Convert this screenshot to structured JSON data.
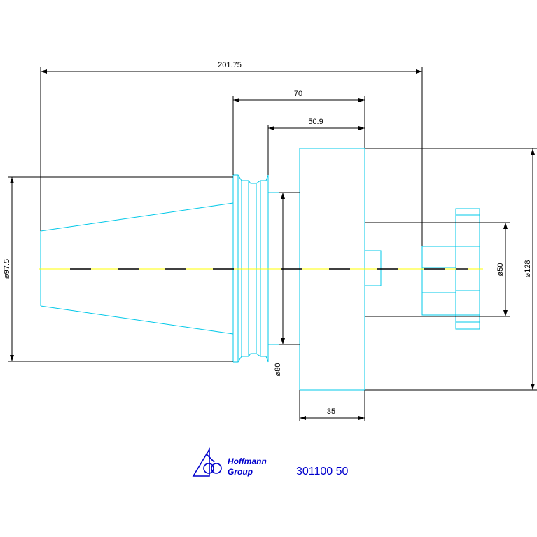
{
  "drawing": {
    "dimensions": {
      "overall_length": "201.75",
      "flange_to_face": "70",
      "groove_to_face": "50.9",
      "body_length": "35",
      "taper_diameter": "ø97.5",
      "collar_diameter": "ø80",
      "pilot_diameter": "ø50",
      "body_diameter": "ø128"
    },
    "part_number": "301100 50",
    "logo": {
      "line1": "Hoffmann",
      "line2": "Group"
    }
  },
  "colors": {
    "outline": "#00c8e8",
    "dimension": "#000000",
    "centerline": "#ffff00",
    "brand": "#0000cc"
  }
}
